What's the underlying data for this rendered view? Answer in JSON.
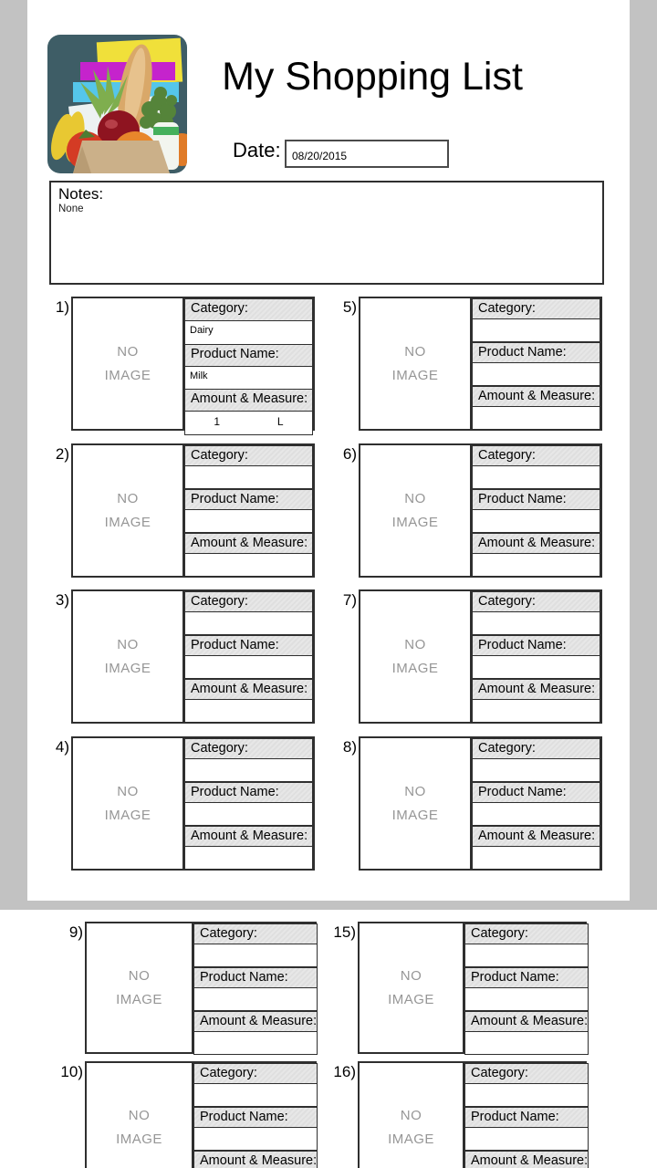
{
  "colors": {
    "surround": "#c2c2c2",
    "page": "#ffffff",
    "header_cell": "#e7e7e7",
    "border": "#2f2f2f",
    "muted_text": "#969696"
  },
  "header": {
    "title": "My Shopping List",
    "date_label": "Date:",
    "date_value": "08/20/2015",
    "photo": "groceries-photo"
  },
  "notes": {
    "label": "Notes:",
    "value": "None"
  },
  "field_labels": {
    "category": "Category:",
    "product": "Product Name:",
    "amount": "Amount & Measure:"
  },
  "no_image": {
    "line1": "NO",
    "line2": "IMAGE"
  },
  "items": [
    {
      "number": "1)",
      "category": "Dairy",
      "product": "Milk",
      "amount": "1",
      "measure": "L"
    },
    {
      "number": "2)",
      "category": "",
      "product": "",
      "amount": "",
      "measure": ""
    },
    {
      "number": "3)",
      "category": "",
      "product": "",
      "amount": "",
      "measure": ""
    },
    {
      "number": "4)",
      "category": "",
      "product": "",
      "amount": "",
      "measure": ""
    },
    {
      "number": "5)",
      "category": "",
      "product": "",
      "amount": "",
      "measure": ""
    },
    {
      "number": "6)",
      "category": "",
      "product": "",
      "amount": "",
      "measure": ""
    },
    {
      "number": "7)",
      "category": "",
      "product": "",
      "amount": "",
      "measure": ""
    },
    {
      "number": "8)",
      "category": "",
      "product": "",
      "amount": "",
      "measure": ""
    },
    {
      "number": "9)",
      "category": "",
      "product": "",
      "amount": "",
      "measure": ""
    },
    {
      "number": "10)",
      "category": "",
      "product": "",
      "amount": "",
      "measure": ""
    },
    {
      "number": "15)",
      "category": "",
      "product": "",
      "amount": "",
      "measure": ""
    },
    {
      "number": "16)",
      "category": "",
      "product": "",
      "amount": "",
      "measure": ""
    }
  ]
}
